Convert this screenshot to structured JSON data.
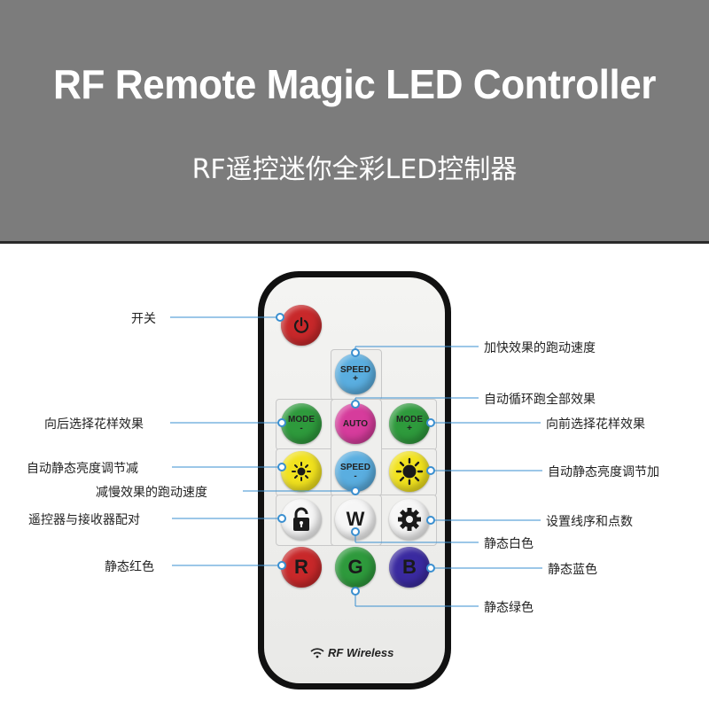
{
  "banner": {
    "title": "RF Remote Magic LED Controller",
    "subtitle": "RF遥控迷你全彩LED控制器"
  },
  "remote": {
    "brand": "RF Wireless",
    "buttons": {
      "power": {
        "icon": "power-icon",
        "color": "#c8282a"
      },
      "speed_up": {
        "line1": "SPEED",
        "line2": "+",
        "color": "#5aaee0"
      },
      "mode_back": {
        "line1": "MODE",
        "line2": "-",
        "color": "#2e9a3c"
      },
      "auto": {
        "line1": "AUTO",
        "color": "#d63c9c"
      },
      "mode_forward": {
        "line1": "MODE",
        "line2": "+",
        "color": "#2e9a3c"
      },
      "bright_down": {
        "icon": "sun-small-icon",
        "color": "#f1e21e"
      },
      "speed_down": {
        "line1": "SPEED",
        "line2": "-",
        "color": "#5aaee0"
      },
      "bright_up": {
        "icon": "sun-large-icon",
        "color": "#f1e21e"
      },
      "pair": {
        "icon": "lock-icon",
        "color": "#f6f6f6"
      },
      "white": {
        "letter": "W",
        "color": "#f6f6f6"
      },
      "settings": {
        "icon": "gear-icon",
        "color": "#f6f6f6"
      },
      "red": {
        "letter": "R",
        "color": "#c8282a"
      },
      "green": {
        "letter": "G",
        "color": "#2e9a3c"
      },
      "blue": {
        "letter": "B",
        "color": "#3a2aa0"
      }
    }
  },
  "labels": {
    "power": "开关",
    "speed_up": "加快效果的跑动速度",
    "auto": "自动循环跑全部效果",
    "mode_back": "向后选择花样效果",
    "mode_forward": "向前选择花样效果",
    "bright_down": "自动静态亮度调节减",
    "bright_up": "自动静态亮度调节加",
    "speed_down": "减慢效果的跑动速度",
    "pair": "遥控器与接收器配对",
    "settings": "设置线序和点数",
    "white": "静态白色",
    "red": "静态红色",
    "blue": "静态蓝色",
    "green": "静态绿色"
  },
  "colors": {
    "banner": "#7c7c7c",
    "leader_line": "#3a8fd0",
    "text": "#222222"
  }
}
